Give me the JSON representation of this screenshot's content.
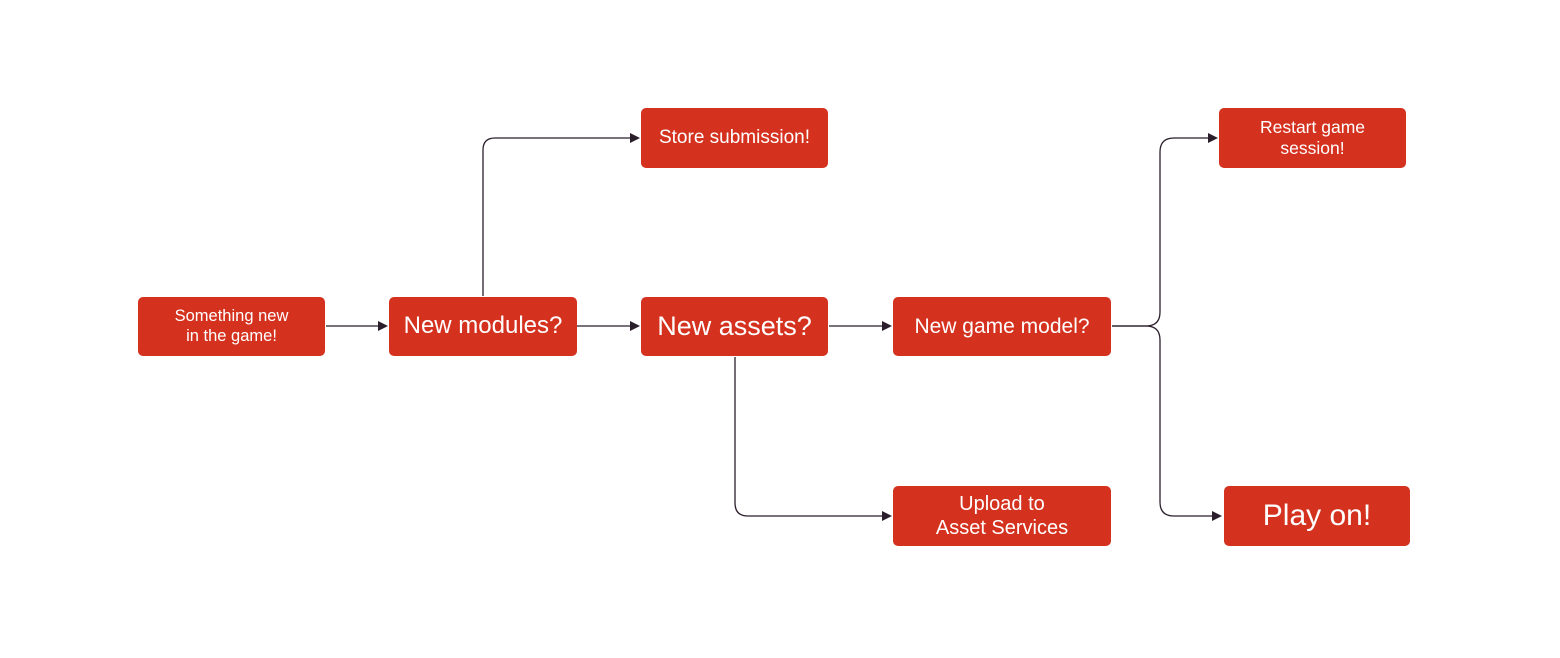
{
  "diagram": {
    "colors": {
      "node_fill": "#d4321f",
      "node_text": "#ffffff",
      "edge": "#2b1e2b",
      "background": "#ffffff"
    },
    "nodes": {
      "something_new": "Something new\nin the game!",
      "new_modules": "New modules?",
      "store_submission": "Store submission!",
      "new_assets": "New assets?",
      "upload_assets": "Upload to\nAsset Services",
      "new_game_model": "New game model?",
      "restart_session": "Restart game\nsession!",
      "play_on": "Play on!"
    },
    "edges": [
      {
        "from": "something_new",
        "to": "new_modules"
      },
      {
        "from": "new_modules",
        "to": "store_submission"
      },
      {
        "from": "new_modules",
        "to": "new_assets"
      },
      {
        "from": "new_assets",
        "to": "new_game_model"
      },
      {
        "from": "new_assets",
        "to": "upload_assets"
      },
      {
        "from": "new_game_model",
        "to": "restart_session"
      },
      {
        "from": "new_game_model",
        "to": "play_on"
      }
    ]
  }
}
